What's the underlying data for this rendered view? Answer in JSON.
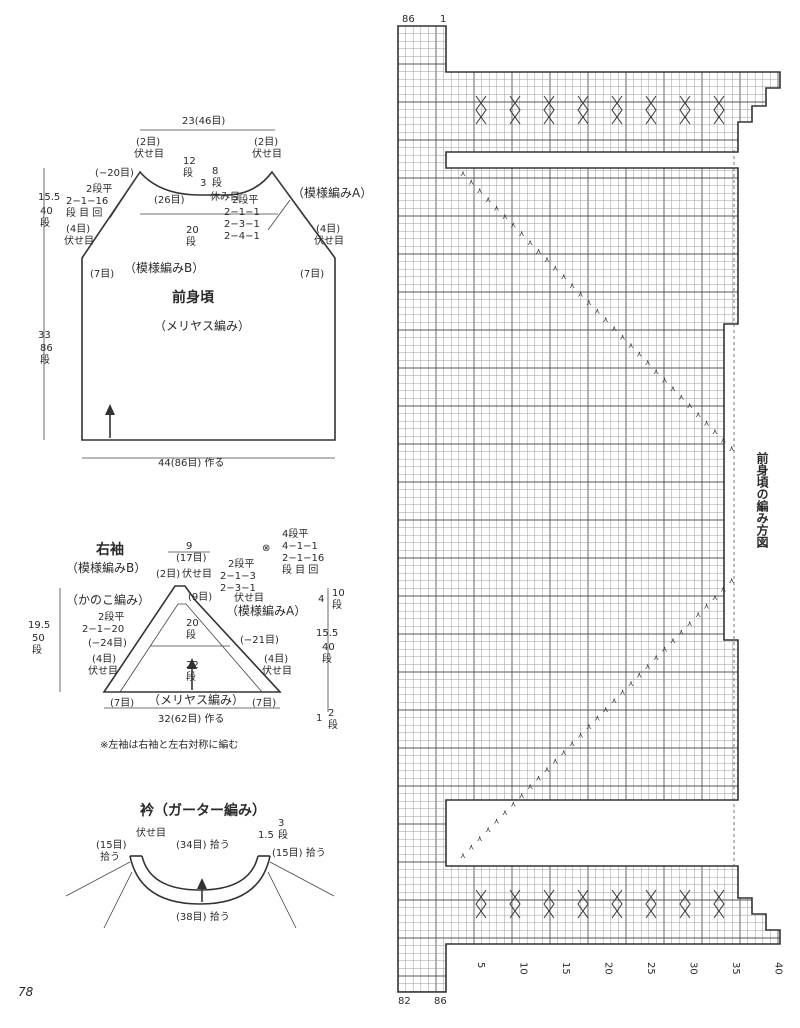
{
  "page_number": "78",
  "front": {
    "title": "前身頃",
    "subtitle": "（メリヤス編み）",
    "top_width": "23(46目)",
    "neck_left_bind": "(2目)",
    "neck_left_bind2": "伏せ目",
    "neck_right_bind": "(2目)",
    "neck_right_bind2": "伏せ目",
    "neck_minus": "(−20目)",
    "neck_rows_12": "12",
    "neck_rows_12b": "段",
    "neck_rows_8": "8",
    "neck_rows_8b": "段",
    "neck_3": "3",
    "rest": "休み目",
    "center_26": "(26目)",
    "left_rule_1": "2段平",
    "left_rule_2": "2−1−16",
    "left_rule_3": "段 目 回",
    "right_rule_1": "2段平",
    "right_rule_2": "2−1−1",
    "right_rule_3": "2−3−1",
    "right_rule_4": "2−4−1",
    "center_20": "20",
    "center_20b": "段",
    "pattern_a": "（模様編みA）",
    "pattern_b": "（模様編みB）",
    "left_h1": "15.5",
    "left_h2": "40",
    "left_h3": "段",
    "left_4a": "(4目)",
    "left_4b": "伏せ目",
    "right_4a": "(4目)",
    "right_4b": "伏せ目",
    "left_7": "(7目)",
    "right_7": "(7目)",
    "body_h1": "33",
    "body_h2": "86",
    "body_h3": "段",
    "bottom_width": "44(86目) 作る"
  },
  "sleeve": {
    "title": "右袖",
    "pattern_b": "（模様編みB）",
    "pattern_kanoko": "（かのこ編み）",
    "pattern_a": "（模様編みA）",
    "top_9": "9",
    "top_17": "(17目)",
    "top_2": "(2目)",
    "top_bind": "伏せ目",
    "top_bind2": "伏せ目",
    "rule_r1": "2段平",
    "rule_r2": "2−1−3",
    "rule_r3": "2−3−1",
    "legend_1": "4段平",
    "legend_2": "4−1−1",
    "legend_3": "2−1−16",
    "legend_4": "段 目 回",
    "legend_mark": "⊗",
    "mid_9": "(9目)",
    "left_rule_1": "2段平",
    "left_rule_2": "2−1−20",
    "minus_24": "(−24目)",
    "minus_21": "(−21目)",
    "c20": "20",
    "c20b": "段",
    "c22": "22",
    "c22b": "段",
    "h1": "19.5",
    "h2": "50",
    "h3": "段",
    "r4": "4",
    "r10": "10",
    "r10b": "段",
    "r155": "15.5",
    "r40": "40",
    "r40b": "段",
    "r1": "1",
    "r2": "2",
    "r2b": "段",
    "left_4a": "(4目)",
    "left_4b": "伏せ目",
    "right_4a": "(4目)",
    "right_4b": "伏せ目",
    "left_7": "(7目)",
    "right_7": "(7目)",
    "meriyasu": "（メリヤス編み）",
    "bottom": "32(62目) 作る",
    "note": "※左袖は右袖と左右対称に編む"
  },
  "collar": {
    "title": "衿（ガーター編み）",
    "bind": "伏せ目",
    "top_34": "(34目) 拾う",
    "left_15": "(15目)",
    "left_pick": "拾う",
    "right_15": "(15目) 拾う",
    "r15": "1.5",
    "r3": "3",
    "r3b": "段",
    "bottom_38": "(38目) 拾う"
  },
  "chart": {
    "title": "前身頃の編み方図",
    "top_left": "86",
    "top_left2": "1",
    "bottom_left": "82",
    "bottom_left2": "86",
    "row_labels": [
      "5",
      "10",
      "15",
      "20",
      "25",
      "30",
      "35",
      "40"
    ],
    "col_labels": [
      "1",
      "5"
    ]
  }
}
